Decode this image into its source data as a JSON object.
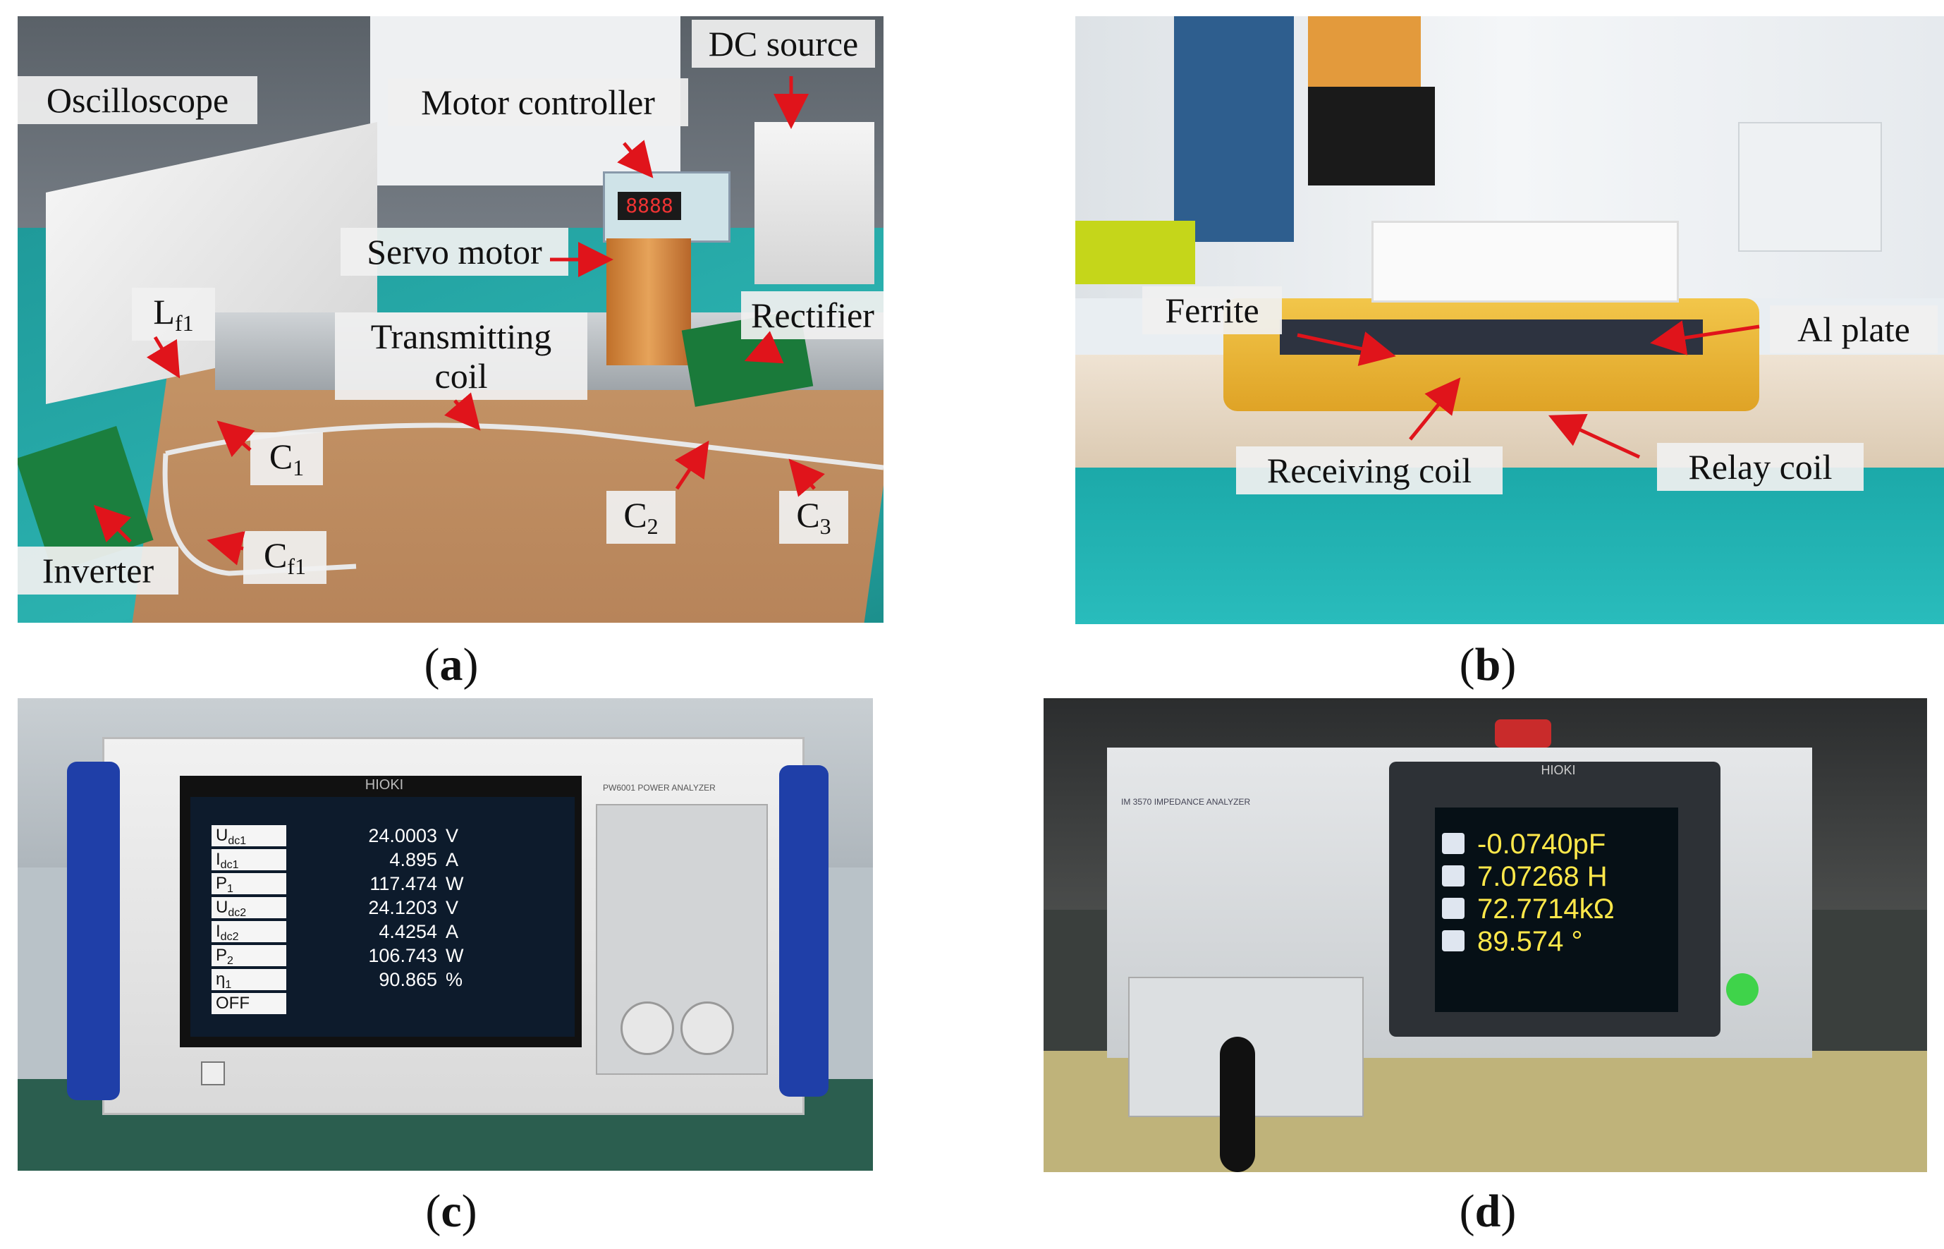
{
  "panels": {
    "a": {
      "caption": "a",
      "labels": {
        "oscilloscope": "Oscilloscope",
        "motor_controller": "Motor controller",
        "dc_source": "DC source",
        "servo_motor": "Servo motor",
        "lf1_main": "L",
        "lf1_sub": "f1",
        "transmitting_coil_l1": "Transmitting",
        "transmitting_coil_l2": "coil",
        "rectifier": "Rectifier",
        "c1_main": "C",
        "c1_sub": "1",
        "c2_main": "C",
        "c2_sub": "2",
        "c3_main": "C",
        "c3_sub": "3",
        "cf1_main": "C",
        "cf1_sub": "f1",
        "inverter": "Inverter"
      },
      "controller_display": "8888"
    },
    "b": {
      "caption": "b",
      "labels": {
        "ferrite": "Ferrite",
        "al_plate": "Al plate",
        "receiving_coil": "Receiving coil",
        "relay_coil": "Relay coil"
      }
    },
    "c": {
      "caption": "c",
      "brand": "HIOKI",
      "model": "PW6001 POWER ANALYZER",
      "readings": [
        {
          "param": "U",
          "sub": "dc1",
          "value": "24.0003",
          "unit": "V"
        },
        {
          "param": "I",
          "sub": "dc1",
          "value": "4.895",
          "unit": "A"
        },
        {
          "param": "P",
          "sub": "1",
          "value": "117.474",
          "unit": "W"
        },
        {
          "param": "U",
          "sub": "dc2",
          "value": "24.1203",
          "unit": "V"
        },
        {
          "param": "I",
          "sub": "dc2",
          "value": "4.4254",
          "unit": "A"
        },
        {
          "param": "P",
          "sub": "2",
          "value": "106.743",
          "unit": "W"
        },
        {
          "param": "η",
          "sub": "1",
          "value": "90.865",
          "unit": "%"
        },
        {
          "param": "OFF",
          "sub": "",
          "value": "",
          "unit": ""
        }
      ]
    },
    "d": {
      "caption": "d",
      "brand": "HIOKI",
      "model": "IM 3570 IMPEDANCE ANALYZER",
      "readings": [
        "-0.0740pF",
        "7.07268 H",
        "72.7714kΩ",
        "89.574 °"
      ]
    }
  },
  "colors": {
    "arrow": "#e0141b",
    "label_bg": "#f0f0f0",
    "hioki_blue": "#1f3fa8",
    "screen_yellow": "#ffe84a"
  }
}
